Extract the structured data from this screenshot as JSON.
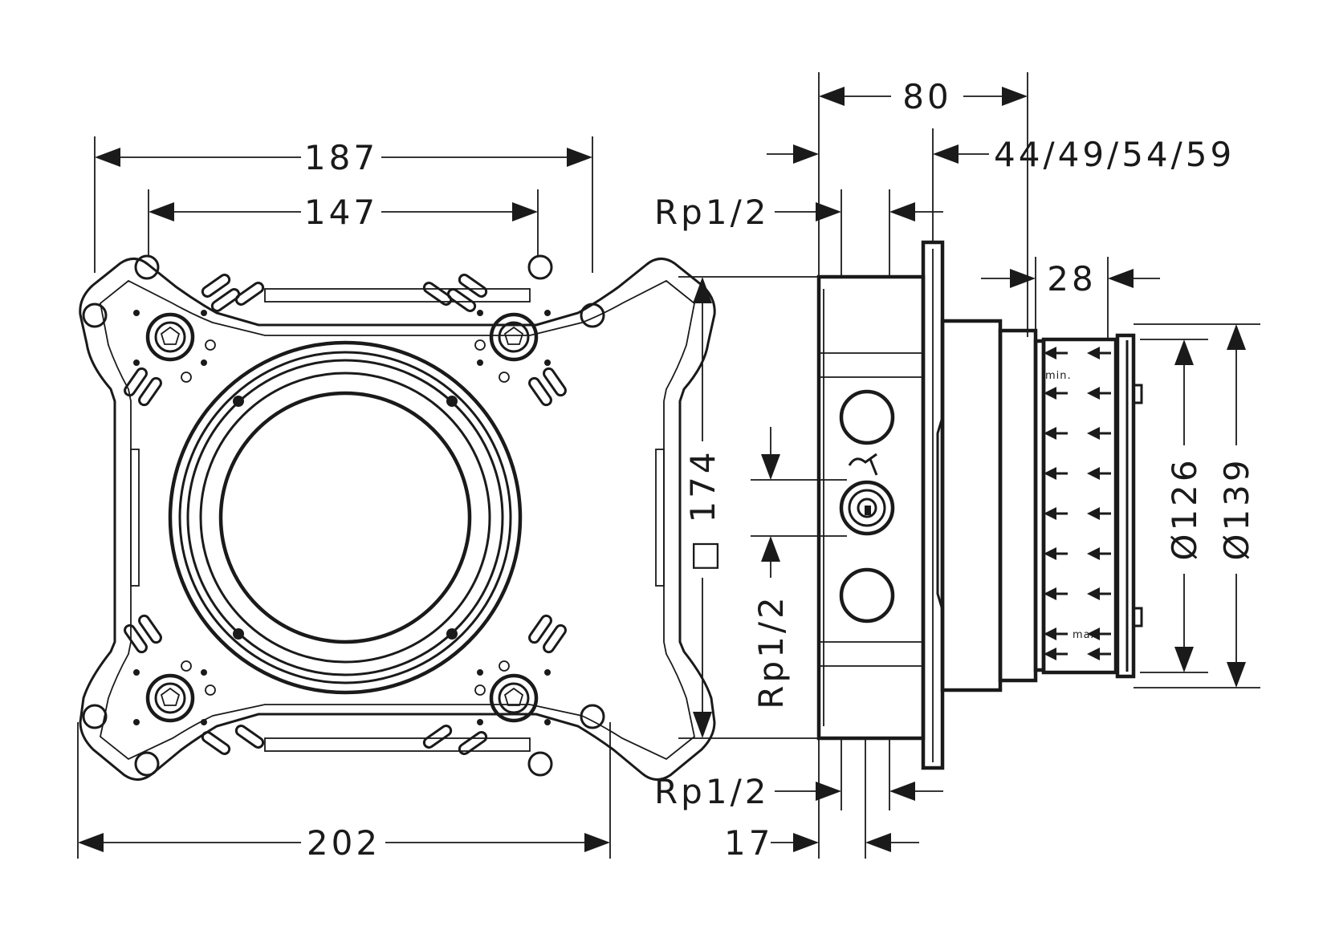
{
  "front_view": {
    "dim_outer_width": "202",
    "dim_flange_width": "187",
    "dim_hole_spacing": "147"
  },
  "side_view": {
    "dim_depth": "80",
    "dim_flange_offset": "44/49/54/59",
    "dim_inlet_top": "Rp1/2",
    "dim_inlet_side": "Rp1/2",
    "dim_inlet_bottom": "Rp1/2",
    "dim_bottom_offset": "17",
    "dim_height": "□ 174",
    "dim_sleeve": "28",
    "dim_inner_diameter": "Ø126",
    "dim_outer_diameter": "Ø139",
    "label_min": "min.",
    "label_max": "max."
  }
}
